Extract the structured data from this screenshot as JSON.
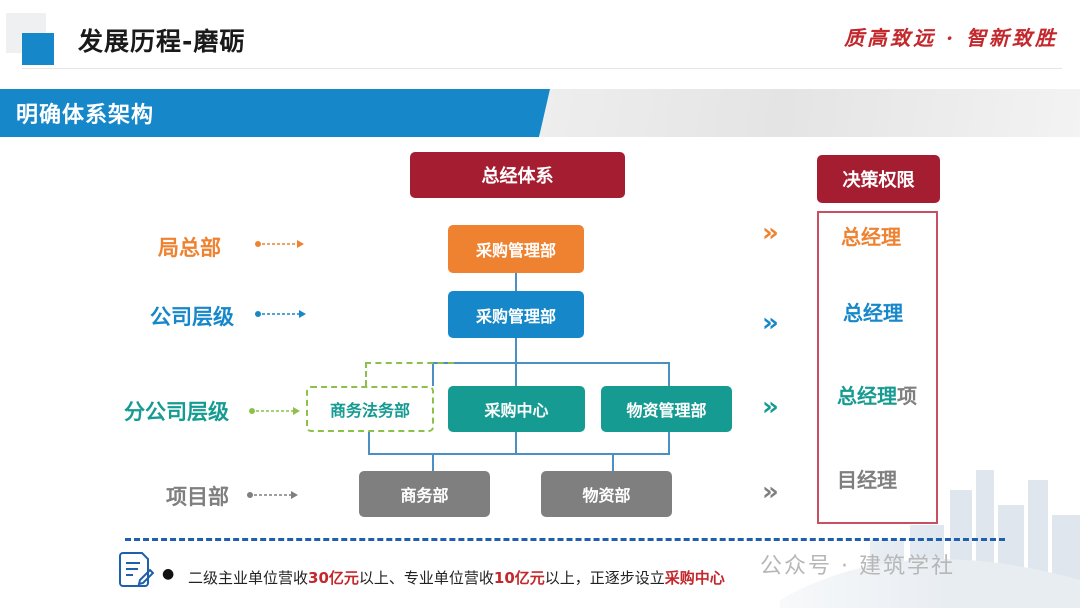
{
  "header": {
    "title": "发展历程-磨砺",
    "slogan": "质高致远 · 智新致胜"
  },
  "banner": {
    "title": "明确体系架构"
  },
  "chart": {
    "top_box": "总经体系",
    "decision_header": "决策权限",
    "levels": [
      {
        "label": "局总部",
        "color": "#ee8230"
      },
      {
        "label": "公司层级",
        "color": "#1687c9"
      },
      {
        "label": "分公司层级",
        "color": "#159b91"
      },
      {
        "label": "项目部",
        "color": "#7f7f7f"
      }
    ],
    "boxes": {
      "hq_dept": "采购管理部",
      "company_dept": "采购管理部",
      "branch_legal": "商务法务部",
      "branch_center": "采购中心",
      "branch_materials": "物资管理部",
      "project_business": "商务部",
      "project_materials": "物资部"
    },
    "decisions": [
      {
        "text": "总经理",
        "color": "#ee8230"
      },
      {
        "text": "总经理",
        "color": "#1687c9"
      },
      {
        "text_main": "总经理",
        "text_suffix": "项",
        "color": "#159b91"
      },
      {
        "text": "目经理",
        "color": "#7f7f7f"
      }
    ],
    "chevron": "»"
  },
  "footer": {
    "bullet": "●",
    "note_prefix": "二级主业单位营收",
    "note_num1": "30亿元",
    "note_mid": "以上、专业单位营收",
    "note_num2": "10亿元",
    "note_mid2": "以上，正逐步设立",
    "note_end": "采购中心"
  },
  "watermark": "公众号 · 建筑学社"
}
